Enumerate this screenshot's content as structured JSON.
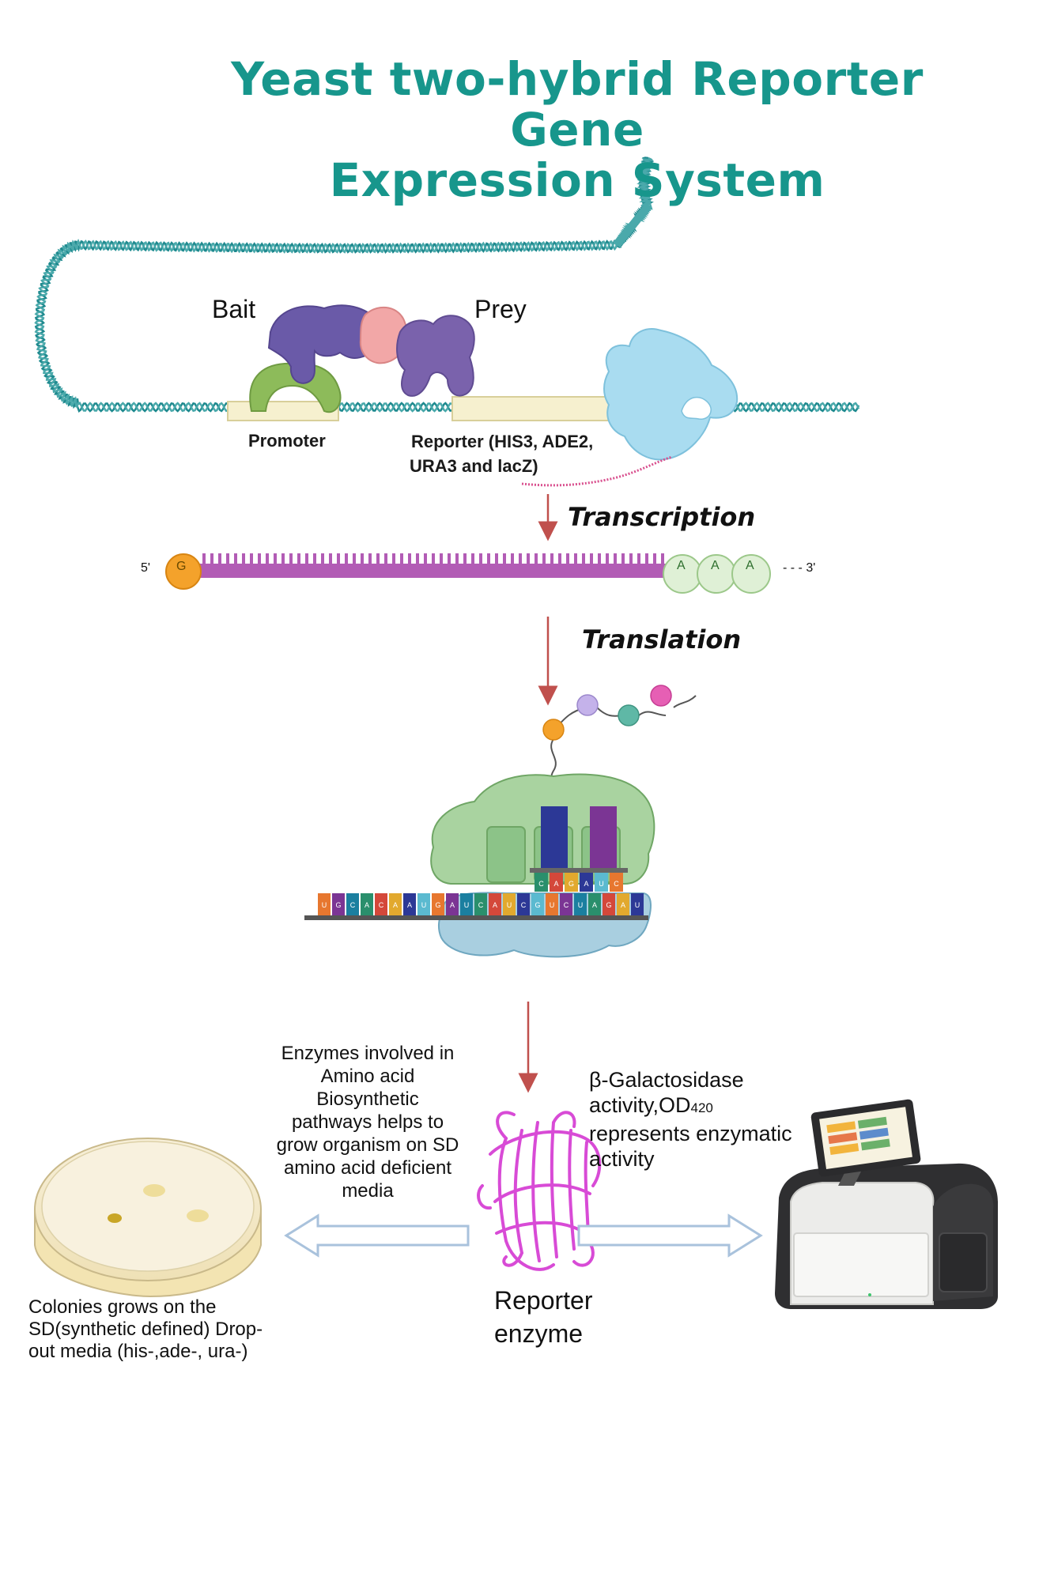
{
  "title": {
    "line1": "Yeast two-hybrid Reporter Gene",
    "line2": "Expression System"
  },
  "labels": {
    "bait": "Bait",
    "prey": "Prey",
    "promoter": "Promoter",
    "reporter_line1": "Reporter (HIS3, ADE2,",
    "reporter_line2": "URA3 and lacZ)",
    "transcription": "Transcription",
    "translation": "Translation",
    "five_prime": "5'",
    "three_prime": "- - - 3'",
    "cap_base": "G",
    "polya_bases": [
      "A",
      "A",
      "A"
    ],
    "enzymes_text": [
      "Enzymes involved in",
      "Amino acid",
      "Biosynthetic",
      "pathways helps to",
      "grow organism on SD",
      "amino acid deficient",
      "media"
    ],
    "galactosidase_line1": "β-Galactosidase",
    "galactosidase_line2_prefix": "activity,OD",
    "galactosidase_line2_sub": "420",
    "galactosidase_line3": "represents enzymatic",
    "galactosidase_line4": "activity",
    "reporter_enzyme_line1": "Reporter",
    "reporter_enzyme_line2": "enzyme",
    "colonies_line1": "Colonies grows on the",
    "colonies_line2": "SD(synthetic defined) Drop-",
    "colonies_line3": "out media (his-,ade-, ura-)"
  },
  "codon_letters": [
    "U",
    "G",
    "C",
    "A",
    "C",
    "A",
    "A",
    "U",
    "G",
    "A",
    "U",
    "C",
    "A",
    "U",
    "C",
    "G",
    "U",
    "C",
    "U",
    "A",
    "G",
    "A",
    "U"
  ],
  "anticodon_letters": [
    "C",
    "A",
    "G",
    "A",
    "U",
    "C"
  ],
  "colors": {
    "title": "#17968c",
    "dna": "#1f8a8f",
    "mrna": "#b25cb5",
    "arrow": "#c0504d",
    "bait": "#6a5aa8",
    "prey": "#7a62ac",
    "pink_protein": "#f2a7a7",
    "green_factor": "#8dbb5a",
    "polymerase": "#a9dcf0",
    "enzyme": "#d84bd6",
    "ribosome_top": "#a9d3a0",
    "ribosome_bottom": "#a9cfe0"
  }
}
